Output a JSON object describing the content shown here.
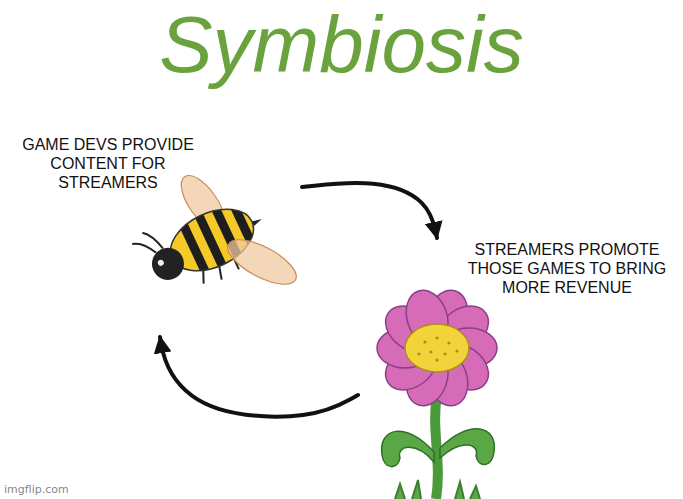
{
  "diagram": {
    "title": "Symbiosis",
    "nodes": [
      {
        "text": [
          "GAME DEVS PROVIDE CONTENT FOR STREAMERS"
        ]
      },
      {
        "text": [
          "STREAMERS PROMOTE THOSE GAMES TO BRING MORE REVENUE"
        ]
      }
    ],
    "edges": [
      {
        "from": 0,
        "to": 1,
        "arrow": "to"
      },
      {
        "from": 1,
        "to": 0,
        "arrow": "to"
      }
    ],
    "labels": [
      "imgflip.com"
    ]
  }
}
